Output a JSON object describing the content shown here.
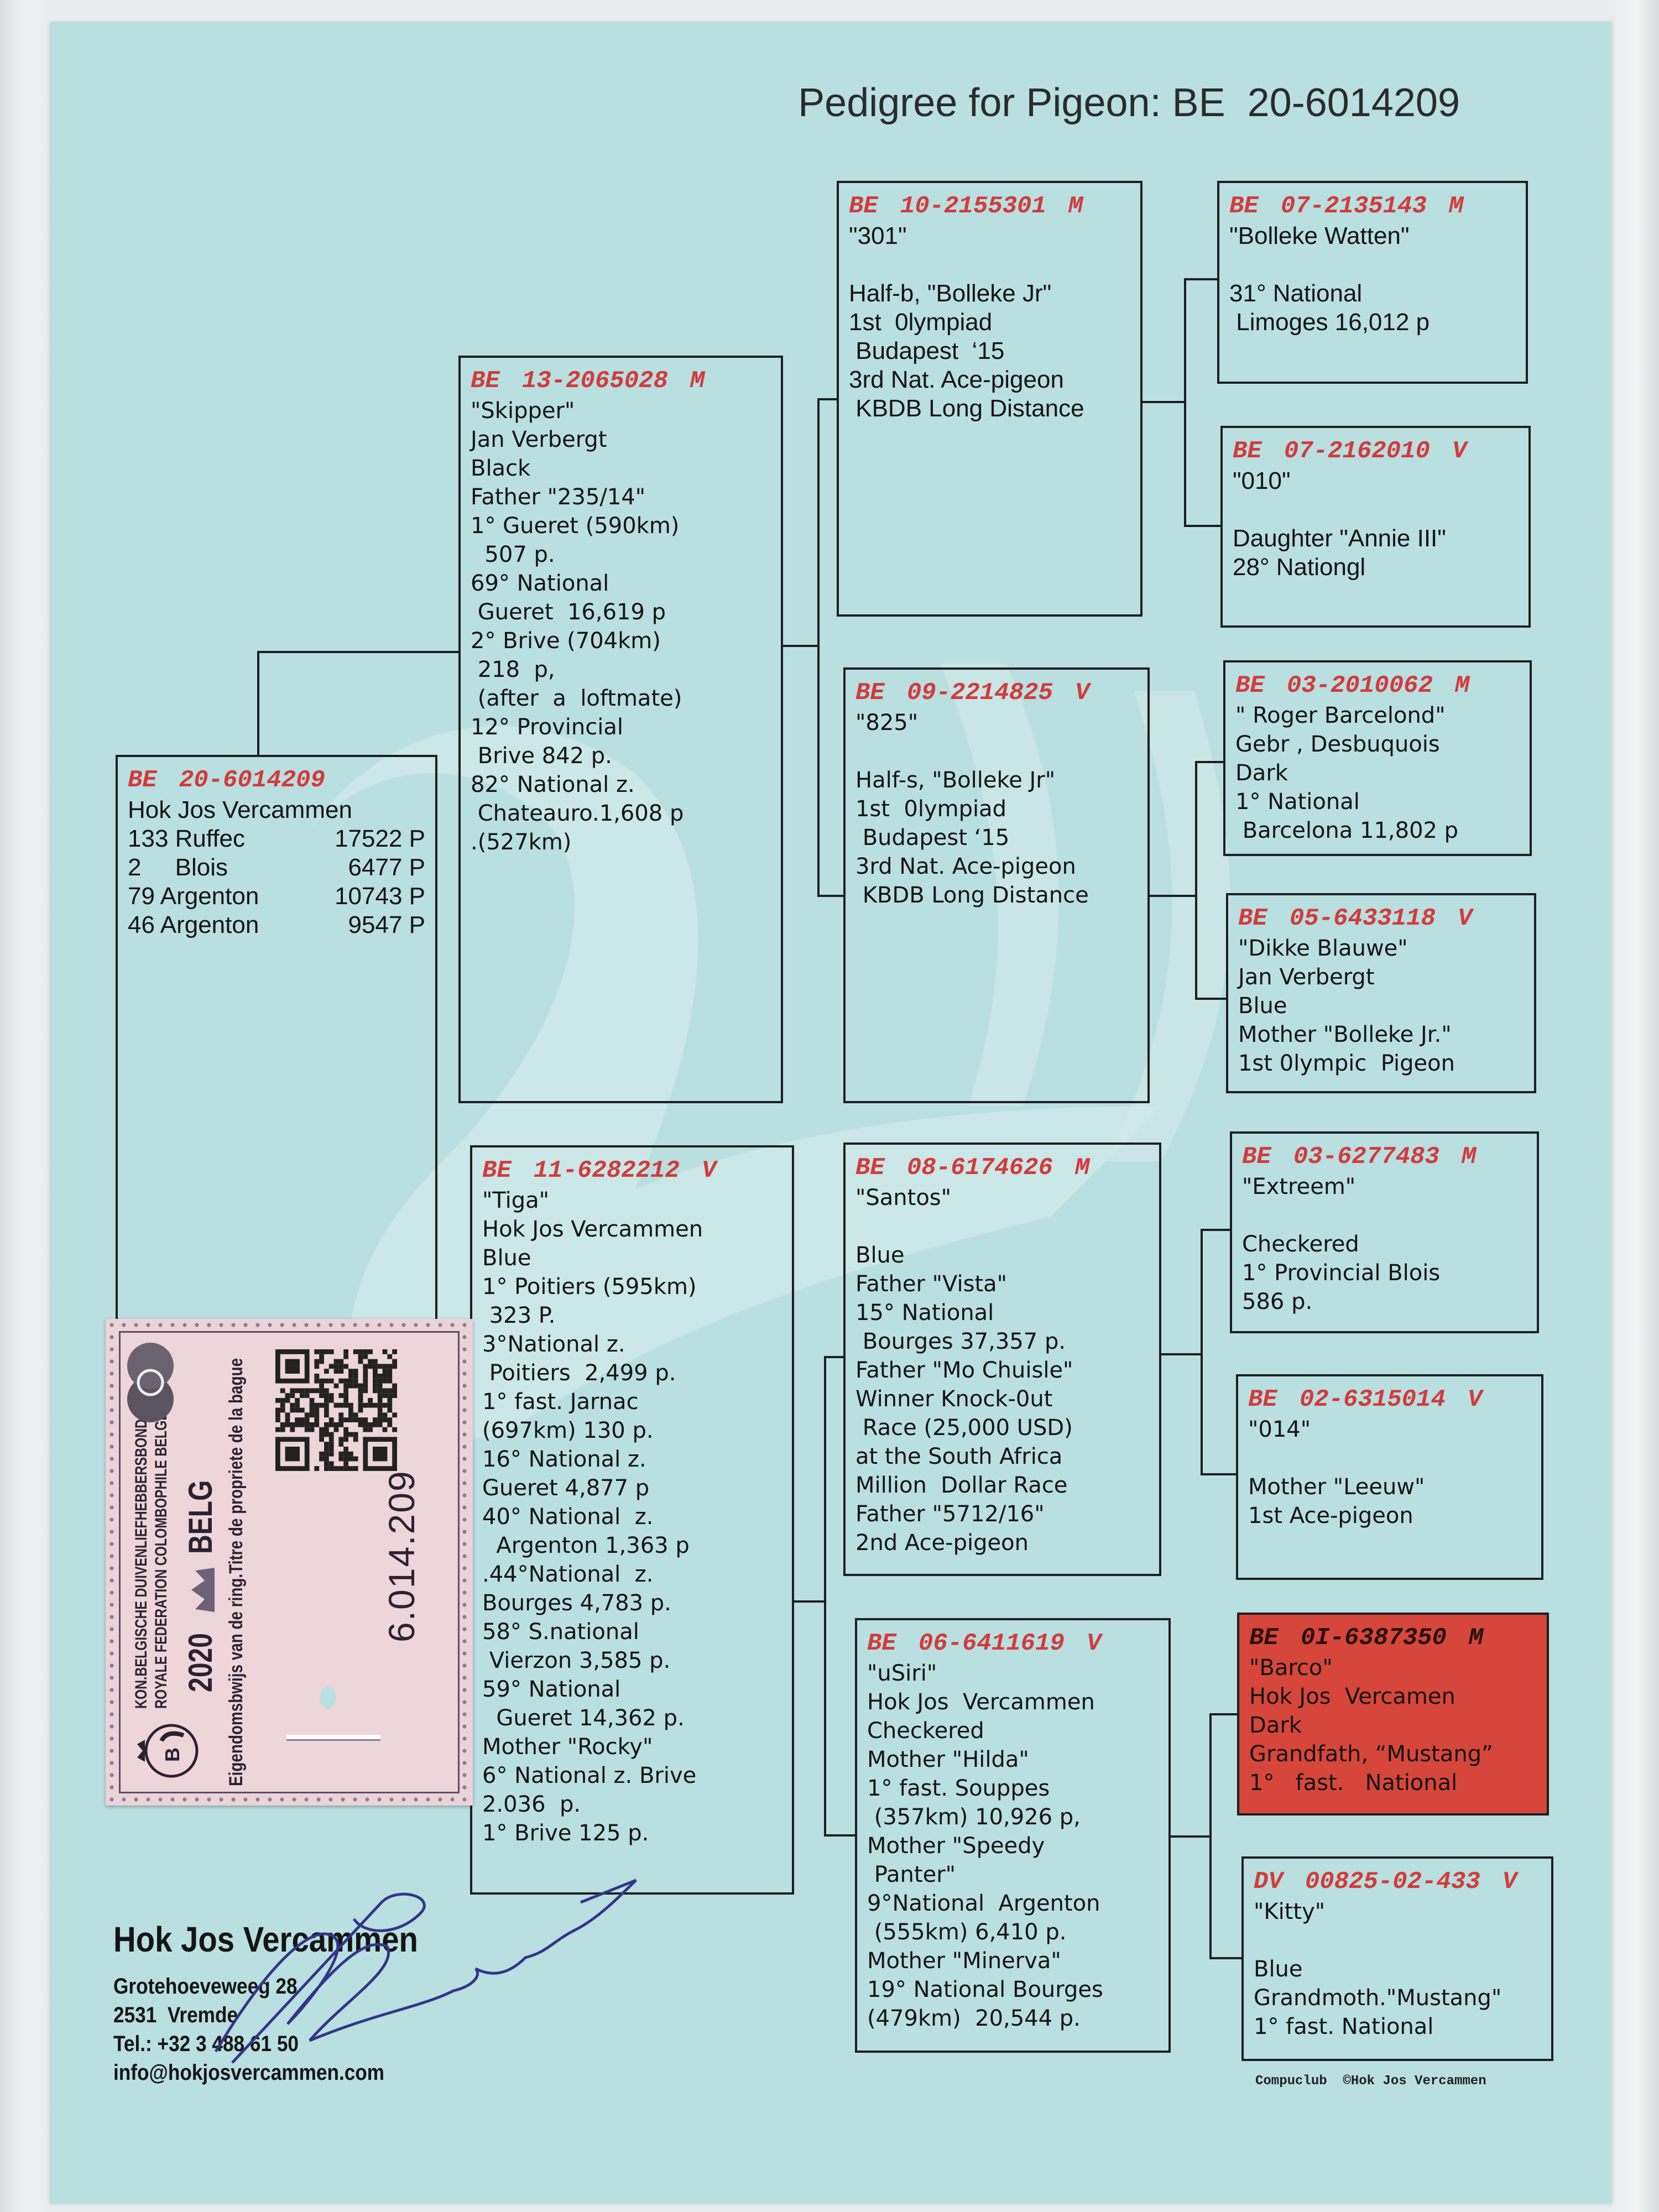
{
  "title": "Pedigree for Pigeon: BE  20-6014209",
  "colors": {
    "paper": "#b9dfe1",
    "ring_red": "#d23b3b",
    "highlight": "#d6463a"
  },
  "boxes": [
    {
      "id": "subject",
      "prefix": "BE",
      "ring": "20-6014209",
      "sex": "",
      "lines": [
        "Hok Jos Vercammen"
      ],
      "results": [
        {
          "race": "133 Ruffec",
          "count": "17522 P"
        },
        {
          "race": "2     Blois",
          "count": "6477 P"
        },
        {
          "race": "79 Argenton",
          "count": "10743 P"
        },
        {
          "race": "46 Argenton",
          "count": "9547 P"
        }
      ]
    },
    {
      "id": "sire",
      "prefix": "BE",
      "ring": "13-2065028",
      "sex": "M",
      "lines": [
        "\"Skipper\"",
        "Jan Verbergt",
        "Black",
        "Father \"235/14\"",
        "1° Gueret (590km)",
        "  507 p.",
        "69° National",
        " Gueret  16,619 p",
        "2° Brive (704km)",
        " 218  p,",
        " (after  a  loftmate)",
        "12° Provincial",
        " Brive 842 p.",
        "82° National z.",
        " Chateauro.1,608 p",
        ".(527km)"
      ]
    },
    {
      "id": "dam",
      "prefix": "BE",
      "ring": "11-6282212",
      "sex": "V",
      "lines": [
        "\"Tiga\"",
        "Hok Jos Vercammen",
        "Blue",
        "1° Poitiers (595km)",
        " 323 P.",
        "3°National z.",
        " Poitiers  2,499 p.",
        "1° fast. Jarnac",
        "(697km) 130 p.",
        "16° National z.",
        "Gueret 4,877 p",
        "40° National  z.",
        "  Argenton 1,363 p",
        ".44°National  z.",
        "Bourges 4,783 p.",
        "58° S.national",
        " Vierzon 3,585 p.",
        "59° National",
        "  Gueret 14,362 p.",
        "Mother \"Rocky\"",
        "6° National z. Brive",
        "2.036  p.",
        "1° Brive 125 p."
      ]
    },
    {
      "id": "ss",
      "prefix": "BE",
      "ring": "10-2155301",
      "sex": "M",
      "lines": [
        "\"301\"",
        "",
        "Half-b, \"Bolleke Jr\"",
        "1st  0lympiad",
        " Budapest  ‘15",
        "3rd Nat. Ace-pigeon",
        " KBDB Long Distance"
      ]
    },
    {
      "id": "sd",
      "prefix": "BE",
      "ring": "09-2214825",
      "sex": "V",
      "lines": [
        "\"825\"",
        "",
        "Half-s, \"Bolleke Jr\"",
        "1st  0lympiad",
        " Budapest ‘15",
        "3rd Nat. Ace-pigeon",
        " KBDB Long Distance"
      ]
    },
    {
      "id": "ds",
      "prefix": "BE",
      "ring": "08-6174626",
      "sex": "M",
      "lines": [
        "\"Santos\"",
        "",
        "Blue",
        "Father \"Vista\"",
        "15° National",
        " Bourges 37,357 p.",
        "Father \"Mo Chuisle\"",
        "Winner Knock-0ut",
        " Race (25,000 USD)",
        "at the South Africa",
        "Million  Dollar Race",
        "Father \"5712/16\"",
        "2nd Ace-pigeon"
      ]
    },
    {
      "id": "dd",
      "prefix": "BE",
      "ring": "06-6411619",
      "sex": "V",
      "lines": [
        "\"uSiri\"",
        "Hok Jos  Vercammen",
        "Checkered",
        "Mother \"Hilda\"",
        "1° fast. Souppes",
        " (357km) 10,926 p,",
        "Mother \"Speedy",
        " Panter\"",
        "9°National  Argenton",
        " (555km) 6,410 p.",
        "Mother \"Minerva\"",
        "19° National Bourges",
        "(479km)  20,544 p."
      ]
    },
    {
      "id": "sss",
      "prefix": "BE",
      "ring": "07-2135143",
      "sex": "M",
      "lines": [
        "\"Bolleke Watten\"",
        "",
        "31° National",
        " Limoges 16,012 p"
      ]
    },
    {
      "id": "ssd",
      "prefix": "BE",
      "ring": "07-2162010",
      "sex": "V",
      "lines": [
        "\"010\"",
        "",
        "Daughter \"Annie III\"",
        "28° Nationgl"
      ]
    },
    {
      "id": "sds",
      "prefix": "BE",
      "ring": "03-2010062",
      "sex": "M",
      "lines": [
        "\" Roger Barcelond\"",
        "Gebr , Desbuquois",
        "Dark",
        "1° National",
        " Barcelona 11,802 p"
      ]
    },
    {
      "id": "sdd",
      "prefix": "BE",
      "ring": "05-6433118",
      "sex": "V",
      "lines": [
        "\"Dikke Blauwe\"",
        "Jan Verbergt",
        "Blue",
        "Mother \"Bolleke Jr.\"",
        "1st 0lympic  Pigeon"
      ]
    },
    {
      "id": "dss",
      "prefix": "BE",
      "ring": "03-6277483",
      "sex": "M",
      "lines": [
        "\"Extreem\"",
        "",
        "Checkered",
        "1° Provincial Blois",
        "586 p."
      ]
    },
    {
      "id": "dsd",
      "prefix": "BE",
      "ring": "02-6315014",
      "sex": "V",
      "lines": [
        "\"014\"",
        "",
        "Mother \"Leeuw\"",
        "1st Ace-pigeon"
      ]
    },
    {
      "id": "dds",
      "prefix": "BE",
      "ring": "0I-6387350",
      "sex": "M",
      "highlighted": true,
      "lines": [
        "\"Barco\"",
        "Hok Jos  Vercamen",
        "Dark",
        "Grandfath, “Mustang”",
        "1°   fast.   National"
      ]
    },
    {
      "id": "ddd",
      "prefix": "DV",
      "ring": "00825-02-433",
      "sex": "V",
      "lines": [
        "\"Kitty\"",
        "",
        "Blue",
        "Grandmoth.\"Mustang\"",
        "1° fast. National"
      ]
    }
  ],
  "ring_card": {
    "federation_nl": "KON.BELGISCHE DUIVENLIEFHEBBERSBOND",
    "federation_fr": "ROYALE FEDERATION COLOMBOPHILE BELGE",
    "year": "2020",
    "country": "BELG",
    "property_text": "Eigendomsbwijs van de ring.Titre de propriete de la bague",
    "ring_number": "6.014.209",
    "logo_letter": "B"
  },
  "breeder": {
    "name": "Hok Jos Vercammen",
    "street": "Grotehoeveweeg 28",
    "city": "2531  Vremde",
    "phone": "Tel.: +32 3 488 61 50",
    "email": "info@hokjosvercammen.com"
  },
  "credit": "Compuclub  ©Hok Jos Vercammen"
}
